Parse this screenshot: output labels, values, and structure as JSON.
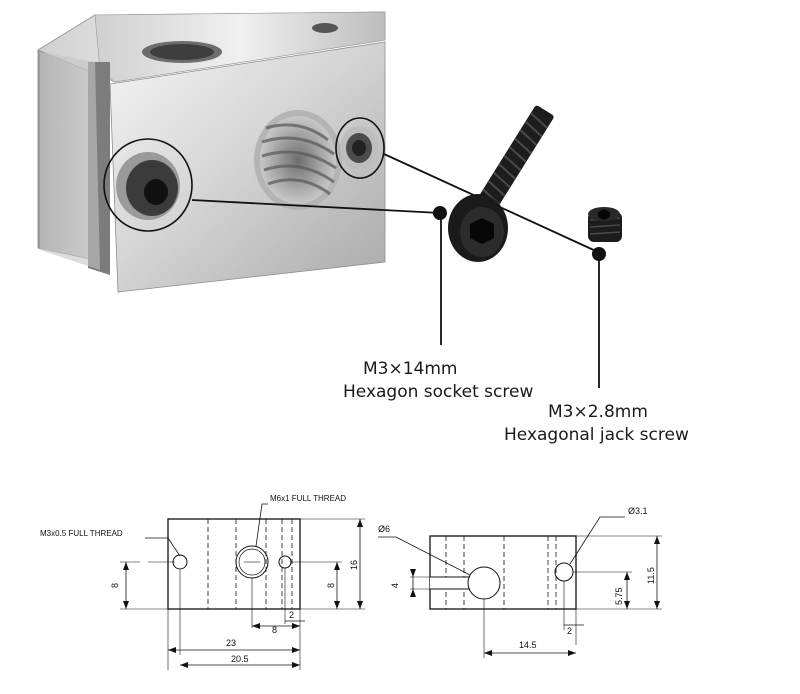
{
  "callouts": {
    "socket_screw": {
      "size": "M3×14mm",
      "name": "Hexagon socket screw"
    },
    "jack_screw": {
      "size": "M3×2.8mm",
      "name": "Hexagonal jack screw"
    }
  },
  "drawing": {
    "notes": {
      "m3_thread": "M3x0.5 FULL THREAD",
      "m6_thread": "M6x1 FULL THREAD",
      "dia6": "Ø6",
      "dia31": "Ø3.1"
    },
    "front_view": {
      "height_total": "16",
      "height_left": "8",
      "height_center": "8",
      "gap_2": "2",
      "offset_8": "8",
      "len_23": "23",
      "len_205": "20.5"
    },
    "side_view": {
      "slot_4": "4",
      "height_115": "11.5",
      "height_575": "5.75",
      "gap_2": "2",
      "len_145": "14.5"
    }
  },
  "colors": {
    "line": "#111111",
    "aluminum_light": "#e9e9e9",
    "aluminum_dark": "#8a8a8a",
    "screw": "#1b1b1b"
  }
}
